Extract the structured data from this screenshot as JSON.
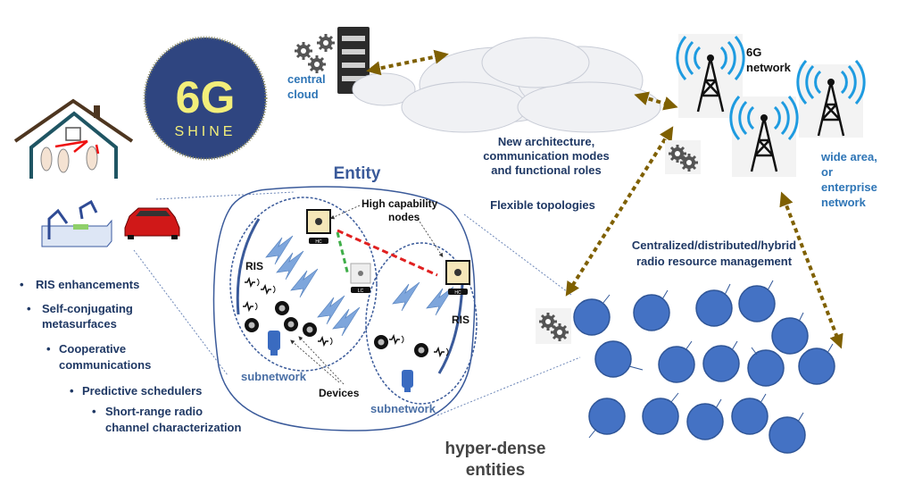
{
  "logo": {
    "text_top": "6G",
    "text_bottom": "SHINE",
    "bg_color": "#2f4580",
    "fg_color": "#f2ee7a"
  },
  "cloud": {
    "label_line1": "central",
    "label_line2": "cloud"
  },
  "network": {
    "label_line1": "6G",
    "label_line2": "network"
  },
  "wide_area": {
    "lines": [
      "wide area,",
      "or",
      "enterprise",
      "network"
    ]
  },
  "architecture": {
    "lines": [
      "New architecture,",
      "communication modes",
      "and functional roles"
    ]
  },
  "topologies": "Flexible topologies",
  "rrm": {
    "lines": [
      "Centralized/distributed/hybrid",
      "radio resource management"
    ]
  },
  "entity": {
    "title": "Entity",
    "hc_nodes_label": [
      "High capability",
      "nodes"
    ],
    "ris_label": "RIS",
    "subnetwork_label": "subnetwork",
    "devices_label": "Devices",
    "hc_tag": "HC",
    "lc_tag": "LC"
  },
  "hyper_dense": {
    "lines": [
      "hyper-dense",
      "entities"
    ]
  },
  "bullets": [
    {
      "text": "RIS enhancements"
    },
    {
      "text": "Self-conjugating",
      "text2": "metasurfaces"
    },
    {
      "text": "Cooperative",
      "text2": "communications"
    },
    {
      "text": "Predictive schedulers"
    },
    {
      "text": "Short-range radio",
      "text2": "channel characterization"
    }
  ],
  "colors": {
    "text": "#1f3864",
    "accent": "#2e75b6",
    "entity_circle": "#4472c4",
    "arrow": "#7f6000",
    "red_link": "#e02020",
    "green_link": "#3fae49"
  }
}
